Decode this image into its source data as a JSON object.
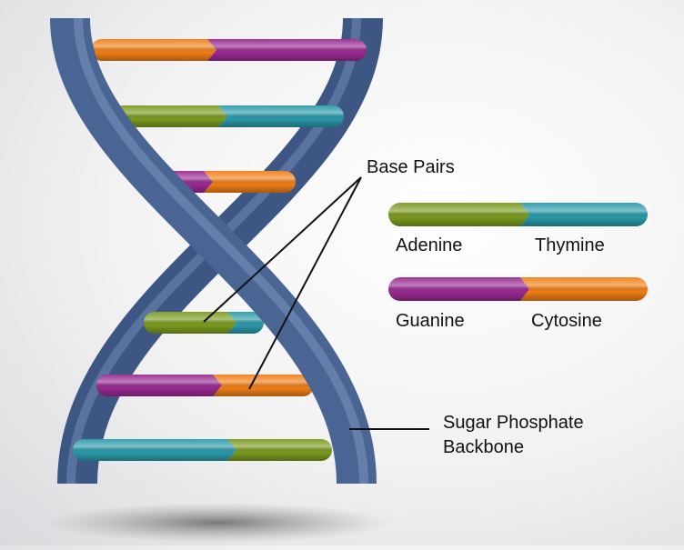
{
  "labels": {
    "base_pairs": "Base Pairs",
    "adenine": "Adenine",
    "thymine": "Thymine",
    "guanine": "Guanine",
    "cytosine": "Cytosine",
    "backbone_line1": "Sugar Phosphate",
    "backbone_line2": "Backbone"
  },
  "colors": {
    "backbone": "#4a6593",
    "adenine": "#7a9a1e",
    "thymine": "#2a9aaa",
    "guanine": "#9a2a92",
    "cytosine": "#f07e16"
  },
  "rungs": [
    {
      "left": "cytosine",
      "right": "guanine"
    },
    {
      "left": "adenine",
      "right": "thymine"
    },
    {
      "left": "guanine",
      "right": "cytosine"
    },
    {
      "left": "adenine",
      "right": "thymine"
    },
    {
      "left": "guanine",
      "right": "cytosine"
    },
    {
      "left": "thymine",
      "right": "adenine"
    }
  ]
}
